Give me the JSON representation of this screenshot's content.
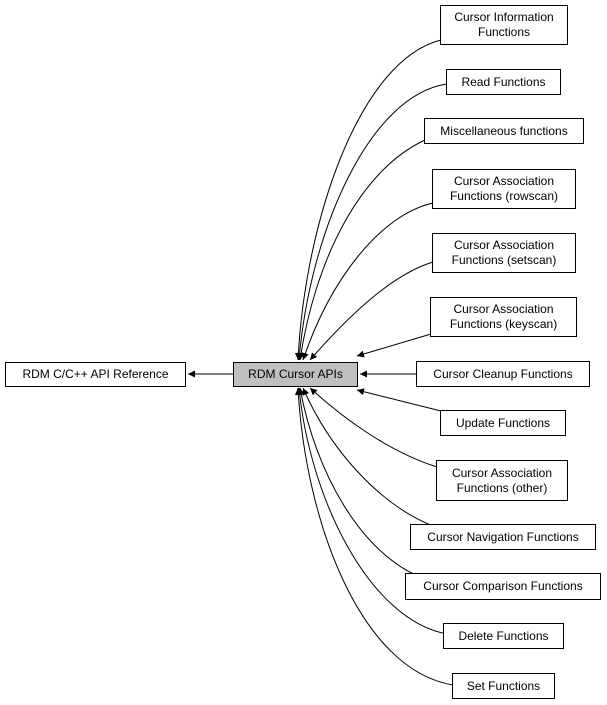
{
  "parent": {
    "label": "RDM C/C++ API Reference"
  },
  "current": {
    "label": "RDM Cursor APIs"
  },
  "children": [
    {
      "label": "Cursor Information\nFunctions"
    },
    {
      "label": "Read Functions"
    },
    {
      "label": "Miscellaneous functions"
    },
    {
      "label": "Cursor Association\nFunctions (rowscan)"
    },
    {
      "label": "Cursor Association\nFunctions (setscan)"
    },
    {
      "label": "Cursor Association\nFunctions (keyscan)"
    },
    {
      "label": "Cursor Cleanup Functions"
    },
    {
      "label": "Update Functions"
    },
    {
      "label": "Cursor Association\nFunctions (other)"
    },
    {
      "label": "Cursor Navigation Functions"
    },
    {
      "label": "Cursor Comparison Functions"
    },
    {
      "label": "Delete Functions"
    },
    {
      "label": "Set Functions"
    }
  ],
  "colors": {
    "current_fill": "#bfbfbf",
    "node_fill": "#ffffff",
    "stroke": "#000000"
  }
}
